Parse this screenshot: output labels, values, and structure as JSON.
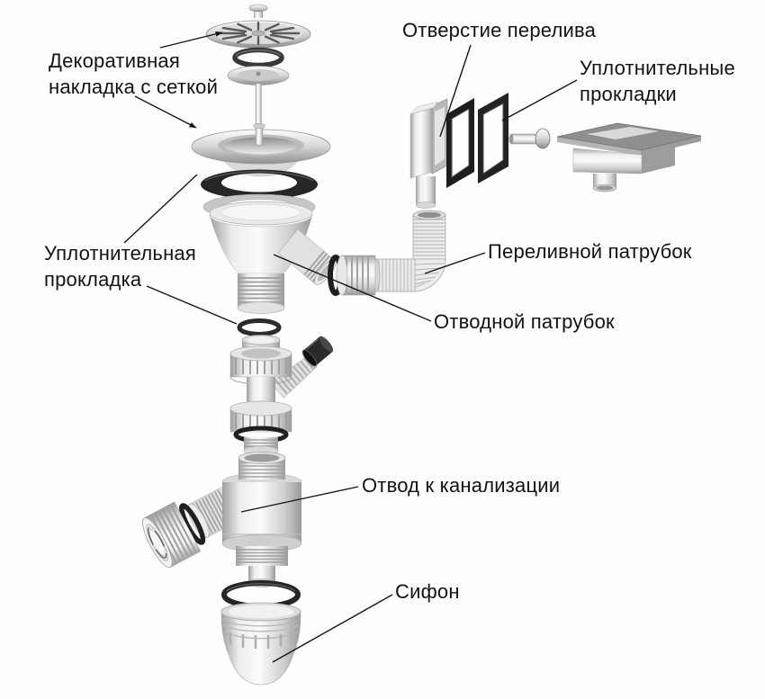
{
  "diagram": {
    "description": "Exploded diagram of a kitchen sink drain and siphon assembly with overflow",
    "background_color": "#fefefe",
    "text_color": "#121212",
    "line_color": "#161616",
    "metal_light": "#f2f2f2",
    "metal_dark": "#9a9a9a",
    "rubber_color": "#1d1d1d",
    "labels": [
      {
        "id": "decorative-cover",
        "text": "Декоративная накладка с сеткой"
      },
      {
        "id": "overflow-hole",
        "text": "Отверстие перелива"
      },
      {
        "id": "sealing-gaskets",
        "text": "Уплотнительные прокладки"
      },
      {
        "id": "sealing-gasket",
        "text": "Уплотнительная прокладка"
      },
      {
        "id": "overflow-pipe",
        "text": "Переливной патрубок"
      },
      {
        "id": "outlet-pipe",
        "text": "Отводной патрубок"
      },
      {
        "id": "sewer-outlet",
        "text": "Отвод к канализации"
      },
      {
        "id": "siphon",
        "text": "Сифон"
      }
    ],
    "parts": [
      "strainer-cap",
      "seal-ring",
      "press-disc",
      "stem",
      "drain-flange",
      "flat-gasket",
      "spacer-ring",
      "drain-body",
      "o-ring-small",
      "tailpipe-assembly",
      "appliance-cap",
      "siphon-body",
      "outlet-nut",
      "o-ring-large",
      "siphon-cup",
      "overflow-elbow",
      "overflow-gaskets",
      "screw",
      "overflow-cover",
      "overflow-hose",
      "hose-nut"
    ]
  }
}
